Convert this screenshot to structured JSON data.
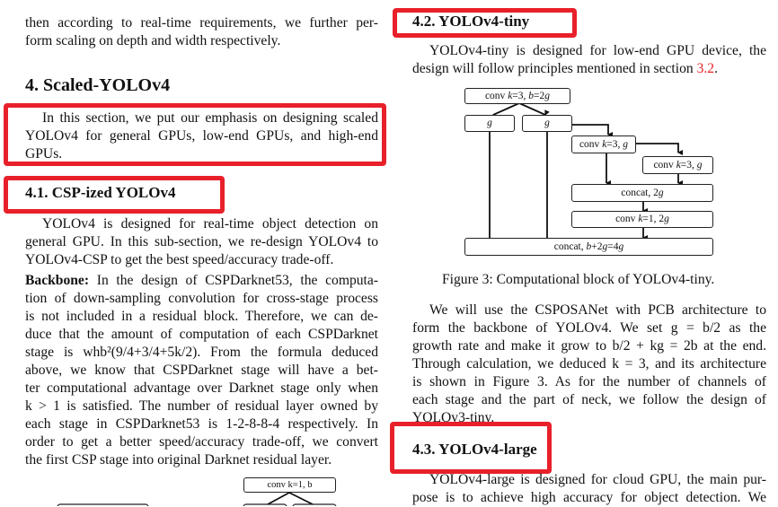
{
  "left_column": {
    "intro_lines": [
      "then according to real-time requirements, we further per-",
      "form scaling on depth and width respectively."
    ],
    "section4": {
      "title": "4. Scaled-YOLOv4",
      "lines": [
        "In this section, we put our emphasis on designing scaled",
        "YOLOv4 for general GPUs, low-end GPUs, and high-end",
        "GPUs."
      ]
    },
    "section4_1": {
      "title": "4.1. CSP-ized YOLOv4",
      "para1_lines": [
        "YOLOv4 is designed for real-time object detection on",
        "general GPU. In this sub-section, we re-design YOLOv4 to",
        "YOLOv4-CSP to get the best speed/accuracy trade-off."
      ],
      "backbone_label": "Backbone:",
      "para2_lines": [
        " In the design of CSPDarknet53, the computa-",
        "tion of down-sampling convolution for cross-stage process",
        "is not included in a residual block. Therefore, we can de-",
        "duce that the amount of computation of each CSPDarknet",
        "stage is whb²(9/4+3/4+5k/2). From the formula deduced",
        "above, we know that CSPDarknet stage will have a bet-",
        "ter computational advantage over Darknet stage only when",
        "k > 1 is satisfied. The number of residual layer owned by",
        "each stage in CSPDarknet53 is 1-2-8-8-4 respectively. In",
        "order to get a better speed/accuracy trade-off, we convert",
        "the first CSP stage into original Darknet residual layer."
      ]
    },
    "partial_figure": {
      "top_node": "conv k=1, b"
    }
  },
  "right_column": {
    "section4_2": {
      "title": "4.2. YOLOv4-tiny",
      "para1_lines": [
        "YOLOv4-tiny is designed for low-end GPU device, the",
        "design will follow principles mentioned in section "
      ],
      "section_ref": "3.2",
      "figure": {
        "nodes": {
          "top": "conv k=3, b=2g",
          "g_left": "g",
          "g_right": "g",
          "conv1": "conv k=3, g",
          "conv2": "conv k=3, g",
          "concat1": "concat, 2g",
          "conv3": "conv k=1, 2g",
          "concat_final": "concat, b+2g=4g"
        },
        "caption": "Figure 3: Computational block of YOLOv4-tiny."
      },
      "para2_lines": [
        "We will use the CSPOSANet with PCB architecture to",
        "form the backbone of YOLOv4.  We set g = b/2 as the",
        "growth rate and make it grow to b/2 + kg = 2b at the end.",
        "Through calculation, we deduced k = 3, and its architecture",
        "is shown in Figure 3.  As for the number of channels of",
        "each stage and the part of neck, we follow the design of",
        "YOLOv3-tiny."
      ],
      "figure_ref": "3"
    },
    "section4_3": {
      "title": "4.3. YOLOv4-large",
      "para1_lines": [
        "YOLOv4-large is designed for cloud GPU, the main pur-",
        "pose is to achieve high accuracy for object detection.  We"
      ]
    }
  },
  "highlight_color": "#e8202a"
}
